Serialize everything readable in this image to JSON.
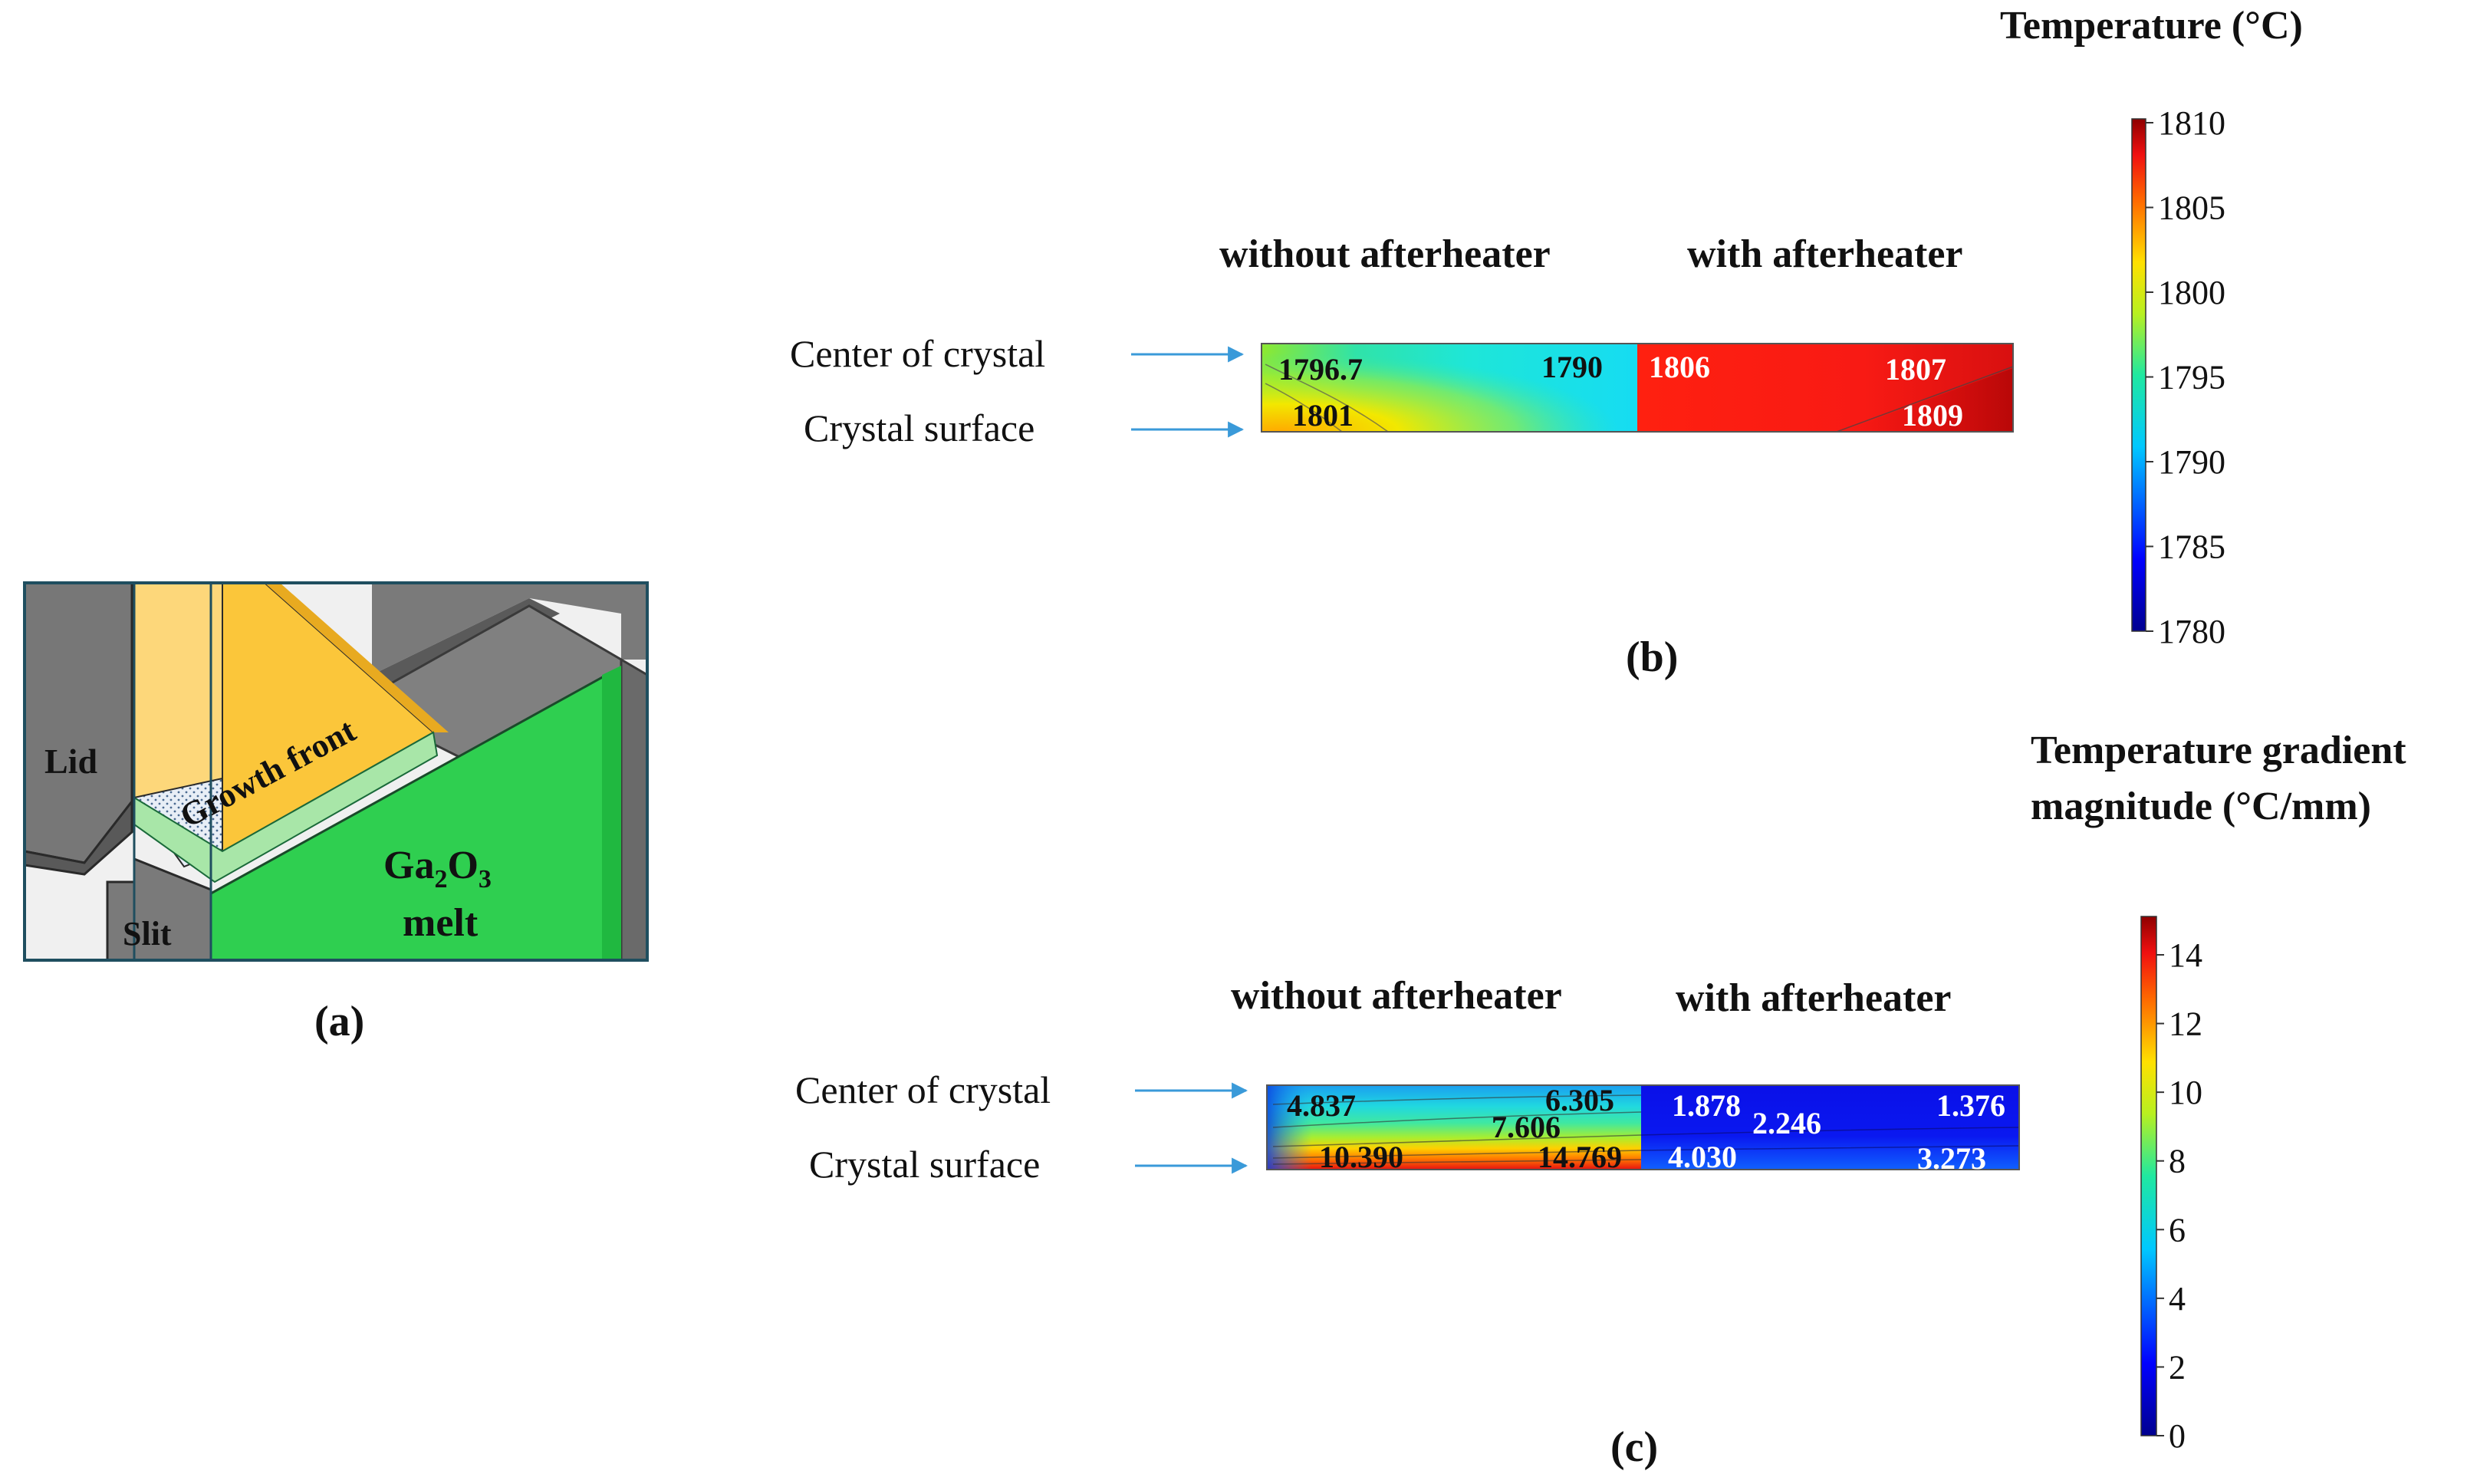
{
  "panel_a": {
    "lid": "Lid",
    "slit": "Slit",
    "growth_front": "Growth front",
    "melt_formula": {
      "ga": "Ga",
      "ga_sub": "2",
      "o": "O",
      "o_sub": "3"
    },
    "melt_word": "melt",
    "caption": "(a)"
  },
  "panel_b": {
    "heading_left": "without afterheater",
    "heading_right": "with afterheater",
    "label_center": "Center of crystal",
    "label_surface": "Crystal  surface",
    "values_left": [
      "1796.7",
      "1790",
      "1801"
    ],
    "values_right": [
      "1806",
      "1807",
      "1809"
    ],
    "caption": "(b)",
    "colorbar": {
      "title": "Temperature (°C)",
      "ticks": [
        "1810",
        "1805",
        "1800",
        "1795",
        "1790",
        "1785",
        "1780"
      ]
    }
  },
  "panel_c": {
    "heading_left": "without afterheater",
    "heading_right": "with afterheater",
    "label_center": "Center of crystal",
    "label_surface": "Crystal  surface",
    "values_left": [
      "4.837",
      "6.305",
      "7.606",
      "10.390",
      "14.769"
    ],
    "values_right": [
      "1.878",
      "2.246",
      "1.376",
      "4.030",
      "3.273"
    ],
    "caption": "(c)",
    "colorbar": {
      "title_line1": "Temperature gradient",
      "title_line2": "magnitude (°C/mm)",
      "ticks": [
        "14",
        "12",
        "10",
        "8",
        "6",
        "4",
        "2",
        "0"
      ]
    }
  },
  "colors": {
    "arrow": "#3a9ad9",
    "crystal": "#fbc63a",
    "crystal_light": "#fdd77a",
    "melt": "#2fcf50",
    "gray": "#7d7d7d",
    "frame": "#1f4e5f"
  }
}
